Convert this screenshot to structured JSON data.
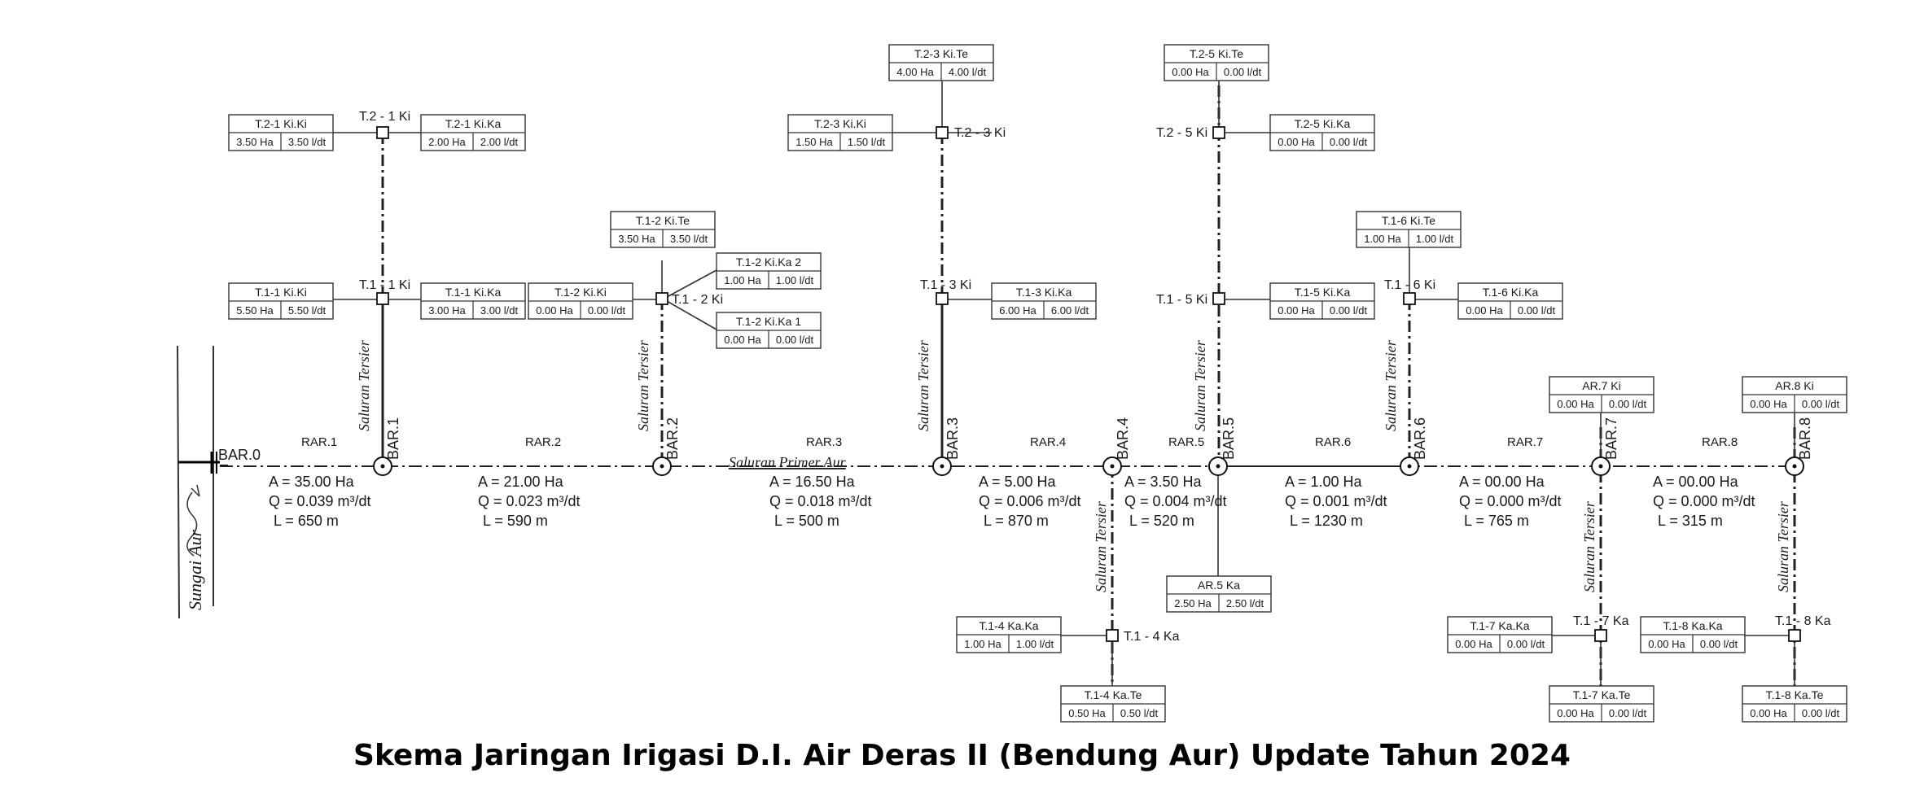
{
  "caption": "Skema Jaringan Irigasi D.I. Air Deras II (Bendung Aur) Update Tahun 2024",
  "river": {
    "label": "Sungai Aur"
  },
  "primary_channel": {
    "label": "Saluran Primer Aur"
  },
  "tertiary_label": "Saluran Tersier",
  "bar0": {
    "label": "BAR.0"
  },
  "bars": [
    {
      "id": "bar1",
      "label": "BAR.1"
    },
    {
      "id": "bar2",
      "label": "BAR.2"
    },
    {
      "id": "bar3",
      "label": "BAR.3"
    },
    {
      "id": "bar4",
      "label": "BAR.4"
    },
    {
      "id": "bar5",
      "label": "BAR.5"
    },
    {
      "id": "bar6",
      "label": "BAR.6"
    },
    {
      "id": "bar7",
      "label": "BAR.7"
    },
    {
      "id": "bar8",
      "label": "BAR.8"
    }
  ],
  "segments": [
    {
      "id": "rar1",
      "name": "RAR.1",
      "A": "A = 35.00 Ha",
      "Q": "Q = 0.039 m³/dt",
      "L": "L = 650 m"
    },
    {
      "id": "rar2",
      "name": "RAR.2",
      "A": "A = 21.00 Ha",
      "Q": "Q = 0.023 m³/dt",
      "L": "L = 590 m"
    },
    {
      "id": "rar3",
      "name": "RAR.3",
      "A": "A = 16.50 Ha",
      "Q": "Q = 0.018 m³/dt",
      "L": "L = 500 m"
    },
    {
      "id": "rar4",
      "name": "RAR.4",
      "A": "A = 5.00 Ha",
      "Q": "Q = 0.006 m³/dt",
      "L": "L = 870 m"
    },
    {
      "id": "rar5",
      "name": "RAR.5",
      "A": "A = 3.50 Ha",
      "Q": "Q = 0.004 m³/dt",
      "L": "L = 520 m"
    },
    {
      "id": "rar6",
      "name": "RAR.6",
      "A": "A = 1.00 Ha",
      "Q": "Q = 0.001 m³/dt",
      "L": "L = 1230 m"
    },
    {
      "id": "rar7",
      "name": "RAR.7",
      "A": "A = 00.00 Ha",
      "Q": "Q = 0.000 m³/dt",
      "L": "L = 765 m"
    },
    {
      "id": "rar8",
      "name": "RAR.8",
      "A": "A = 00.00 Ha",
      "Q": "Q = 0.000 m³/dt",
      "L": "L = 315 m"
    }
  ],
  "nodes": [
    {
      "id": "n_t21",
      "label": "T.2 - 1 Ki"
    },
    {
      "id": "n_t11",
      "label": "T.1 - 1 Ki"
    },
    {
      "id": "n_t12",
      "label": "T.1 - 2 Ki"
    },
    {
      "id": "n_t23",
      "label": "T.2 - 3 Ki"
    },
    {
      "id": "n_t13",
      "label": "T.1 - 3 Ki"
    },
    {
      "id": "n_t25",
      "label": "T.2 - 5 Ki"
    },
    {
      "id": "n_t15",
      "label": "T.1 - 5 Ki"
    },
    {
      "id": "n_t16",
      "label": "T.1 - 6 Ki"
    },
    {
      "id": "n_t14",
      "label": "T.1 - 4 Ka"
    },
    {
      "id": "n_t17",
      "label": "T.1 - 7 Ka"
    },
    {
      "id": "n_t18",
      "label": "T.1 - 8 Ka"
    }
  ],
  "boxes": [
    {
      "id": "b1",
      "title": "T.2-1 Ki.Ki",
      "area": "3.50 Ha",
      "flow": "3.50 l/dt"
    },
    {
      "id": "b2",
      "title": "T.2-1 Ki.Ka",
      "area": "2.00 Ha",
      "flow": "2.00 l/dt"
    },
    {
      "id": "b3",
      "title": "T.1-1 Ki.Ki",
      "area": "5.50 Ha",
      "flow": "5.50 l/dt"
    },
    {
      "id": "b4",
      "title": "T.1-1 Ki.Ka",
      "area": "3.00 Ha",
      "flow": "3.00 l/dt"
    },
    {
      "id": "b5",
      "title": "T.1-2 Ki.Ki",
      "area": "0.00 Ha",
      "flow": "0.00 l/dt"
    },
    {
      "id": "b6",
      "title": "T.1-2 Ki.Te",
      "area": "3.50 Ha",
      "flow": "3.50 l/dt"
    },
    {
      "id": "b7",
      "title": "T.1-2 Ki.Ka 2",
      "area": "1.00 Ha",
      "flow": "1.00 l/dt"
    },
    {
      "id": "b8",
      "title": "T.1-2 Ki.Ka 1",
      "area": "0.00 Ha",
      "flow": "0.00 l/dt"
    },
    {
      "id": "b9",
      "title": "T.2-3 Ki.Te",
      "area": "4.00 Ha",
      "flow": "4.00 l/dt"
    },
    {
      "id": "b10",
      "title": "T.2-3 Ki.Ki",
      "area": "1.50 Ha",
      "flow": "1.50 l/dt"
    },
    {
      "id": "b11",
      "title": "T.1-3 Ki.Ka",
      "area": "6.00 Ha",
      "flow": "6.00 l/dt"
    },
    {
      "id": "b12",
      "title": "T.2-5 Ki.Te",
      "area": "0.00 Ha",
      "flow": "0.00 l/dt"
    },
    {
      "id": "b13",
      "title": "T.2-5 Ki.Ka",
      "area": "0.00 Ha",
      "flow": "0.00 l/dt"
    },
    {
      "id": "b14",
      "title": "T.1-5 Ki.Ka",
      "area": "0.00 Ha",
      "flow": "0.00 l/dt"
    },
    {
      "id": "b15",
      "title": "T.1-6 Ki.Te",
      "area": "1.00 Ha",
      "flow": "1.00 l/dt"
    },
    {
      "id": "b16",
      "title": "T.1-6 Ki.Ka",
      "area": "0.00 Ha",
      "flow": "0.00 l/dt"
    },
    {
      "id": "b17",
      "title": "AR.7 Ki",
      "area": "0.00 Ha",
      "flow": "0.00 l/dt"
    },
    {
      "id": "b18",
      "title": "AR.8 Ki",
      "area": "0.00 Ha",
      "flow": "0.00 l/dt"
    },
    {
      "id": "b19",
      "title": "AR.5 Ka",
      "area": "2.50 Ha",
      "flow": "2.50 l/dt"
    },
    {
      "id": "b20",
      "title": "T.1-4 Ka.Ka",
      "area": "1.00 Ha",
      "flow": "1.00 l/dt"
    },
    {
      "id": "b21",
      "title": "T.1-4 Ka.Te",
      "area": "0.50 Ha",
      "flow": "0.50 l/dt"
    },
    {
      "id": "b22",
      "title": "T.1-7 Ka.Ka",
      "area": "0.00 Ha",
      "flow": "0.00 l/dt"
    },
    {
      "id": "b23",
      "title": "T.1-7 Ka.Te",
      "area": "0.00 Ha",
      "flow": "0.00 l/dt"
    },
    {
      "id": "b24",
      "title": "T.1-8 Ka.Ka",
      "area": "0.00 Ha",
      "flow": "0.00 l/dt"
    },
    {
      "id": "b25",
      "title": "T.1-8 Ka.Te",
      "area": "0.00 Ha",
      "flow": "0.00 l/dt"
    }
  ]
}
